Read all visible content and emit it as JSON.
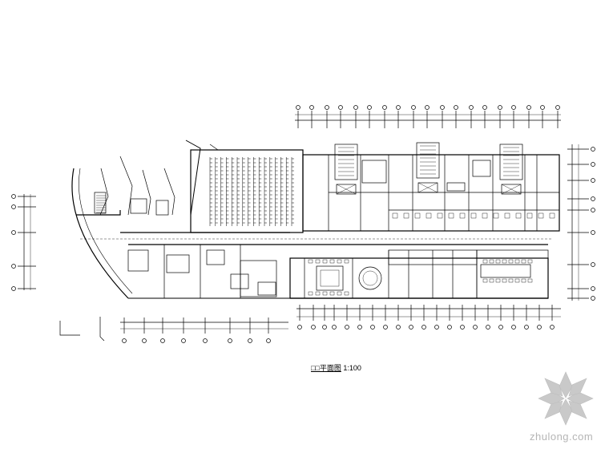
{
  "drawing": {
    "caption_prefix": "□□平面图",
    "caption_scale": "1:100"
  },
  "watermark": {
    "text": "zhulong.com",
    "logo_icon": "zhulong-flower-logo"
  },
  "colors": {
    "line": "#000000",
    "background": "#ffffff",
    "watermark": "#b5b5b5"
  }
}
